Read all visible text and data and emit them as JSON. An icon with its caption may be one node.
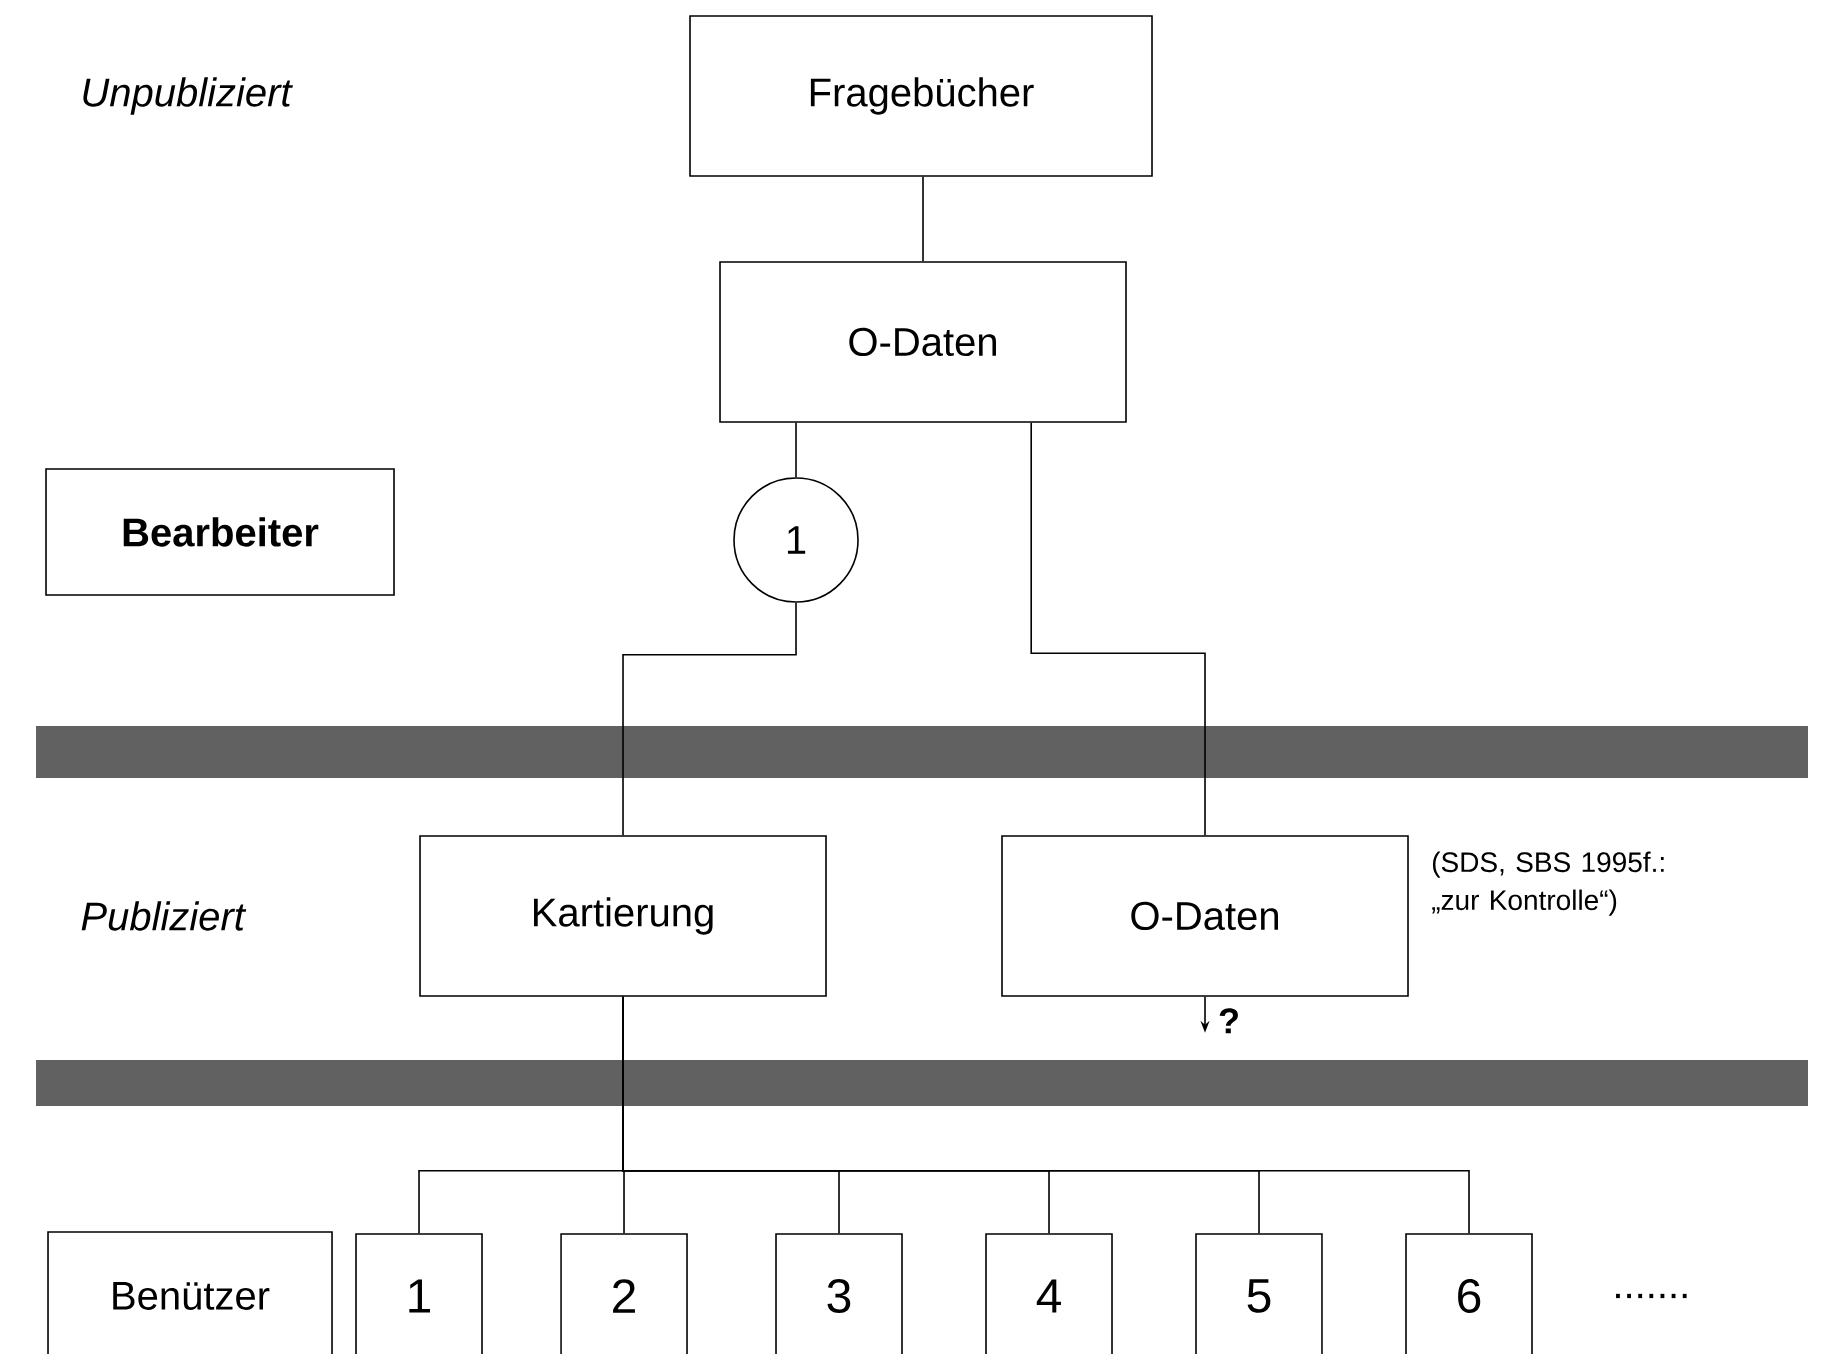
{
  "diagram": {
    "nodes": [
      {
        "text": [
          "Fragebücher"
        ]
      },
      {
        "text": [
          "O-Daten"
        ]
      },
      {
        "text": [
          "1"
        ]
      },
      {
        "text": [
          "Bearbeiter"
        ]
      },
      {
        "text": [
          "Kartierung"
        ]
      },
      {
        "text": [
          "O-Daten"
        ],
        "beside": [
          "(SDS, SBS 1995f.: „zur Kontrolle“)"
        ]
      },
      {
        "text": [
          "Benützer"
        ]
      },
      {
        "text": [
          "1"
        ]
      },
      {
        "text": [
          "2"
        ]
      },
      {
        "text": [
          "3"
        ]
      },
      {
        "text": [
          "4"
        ]
      },
      {
        "text": [
          "5"
        ]
      },
      {
        "text": [
          "6"
        ]
      }
    ],
    "edges": [
      {
        "from": 0,
        "to": 1,
        "arrow": "none"
      },
      {
        "from": 1,
        "to": 2,
        "arrow": "none"
      },
      {
        "from": 2,
        "to": 4,
        "arrow": "none"
      },
      {
        "from": 1,
        "to": 5,
        "arrow": "none"
      },
      {
        "from": 5,
        "to": null,
        "arrow": "to",
        "label": "?"
      },
      {
        "from": 4,
        "to": 7,
        "arrow": "none"
      },
      {
        "from": 4,
        "to": 8,
        "arrow": "none"
      },
      {
        "from": 4,
        "to": 9,
        "arrow": "none"
      },
      {
        "from": 4,
        "to": 10,
        "arrow": "none"
      },
      {
        "from": 4,
        "to": 11,
        "arrow": "none"
      },
      {
        "from": 4,
        "to": 12,
        "arrow": "none"
      }
    ],
    "labels": [
      "Unpubliziert",
      "Publiziert",
      "......."
    ]
  }
}
